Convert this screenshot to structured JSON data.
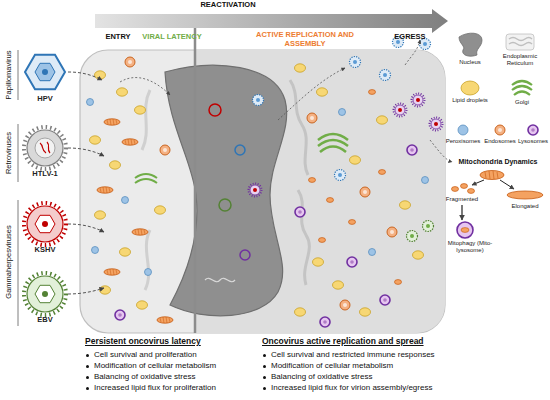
{
  "diagram": {
    "labels": [
      "REACTIVATION",
      "ENTRY",
      "VIRAL LATENCY",
      "ACTIVE REPLICATION AND ASSEMBLY",
      "EGRESS",
      "Papillomavirus",
      "HPV",
      "Retroviruses",
      "HTLV-1",
      "Gammaherpesviruses",
      "KSHV",
      "EBV",
      "Mitochondria Dynamics",
      "Fragmented",
      "Elongated",
      "Mitophagy (Mito-lysosome)",
      "Persistent oncovirus latency",
      "Cell survival and proliferation",
      "Modification of cellular metabolism",
      "Balancing of oxidative stress",
      "Increased lipid flux for proliferation",
      "Oncovirus active replication and spread",
      "Cell survival and restricted immune responses",
      "Modification of cellular metabolism",
      "Balancing of oxidative stress",
      "Increased lipid flux for virion assembly/egress"
    ],
    "legend": [
      {
        "text": "Nucleus"
      },
      {
        "text": "Endoplasmic Reticulum"
      },
      {
        "text": "Lipid droplets"
      },
      {
        "text": "Golgi"
      },
      {
        "text": "Peroxisomes"
      },
      {
        "text": "Endosomes"
      },
      {
        "text": "Lysosomes"
      }
    ]
  }
}
